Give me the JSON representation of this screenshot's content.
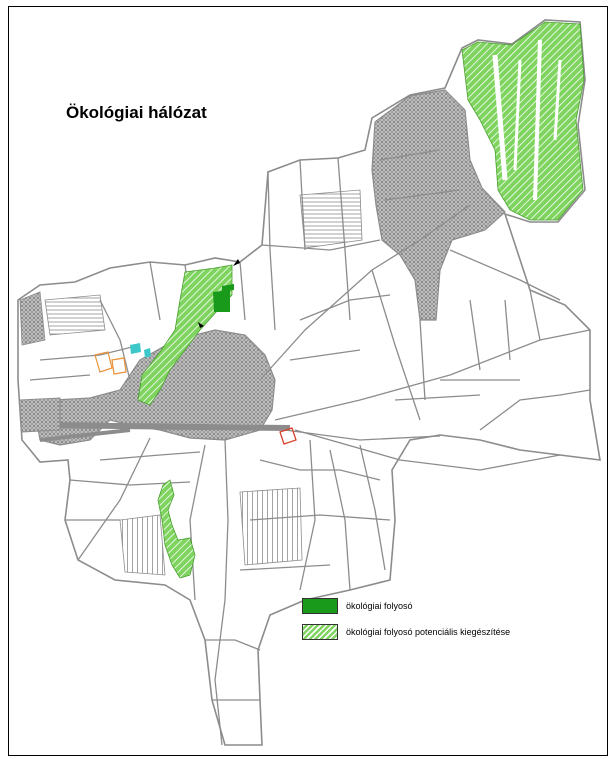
{
  "map": {
    "title": "Ökológiai hálózat"
  },
  "legend": {
    "items": [
      {
        "label": "ökológiai folyosó",
        "style": "solid",
        "color": "#1a9a1a"
      },
      {
        "label": "ökológiai folyosó potenciális kiegészítése",
        "style": "hatched",
        "color": "#7fd45f"
      }
    ]
  },
  "colors": {
    "road_network": "#8c8c8c",
    "corridor": "#1a9a1a",
    "corridor_potential": "#7fd45f",
    "highlight_orange": "#e8923a",
    "highlight_cyan": "#3cc8c8",
    "highlight_red": "#d9442b"
  }
}
